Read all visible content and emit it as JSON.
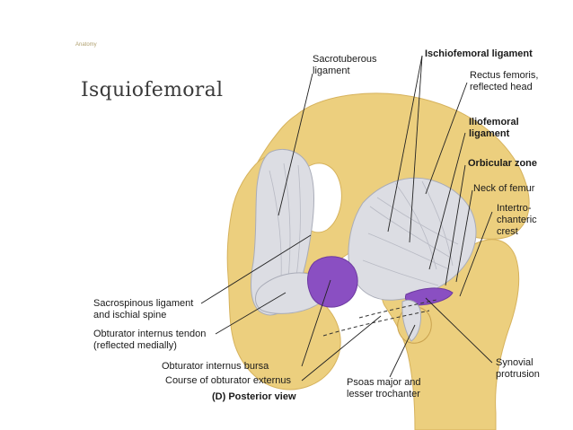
{
  "header": {
    "title": "Isquiofemoral",
    "running_head": "Anatomy"
  },
  "colors": {
    "bone": "#eccf7e",
    "bone_shadow": "#d6b25c",
    "ligament": "#dcdde3",
    "ligament_line": "#a9acb8",
    "bursa": "#8a4fc2",
    "leader_line": "#222222"
  },
  "labels": {
    "sacrotuberous": "Sacrotuberous\nligament",
    "ischiofemoral": "Ischiofemoral ligament",
    "rectus_femoris": "Rectus femoris,\nreflected head",
    "iliofemoral": "Iliofemoral\nligament",
    "orbicular_zone": "Orbicular zone",
    "neck_of_femur": "Neck of femur",
    "intertrochanteric": "Intertro-\nchanteric\ncrest",
    "sacrospinous": "Sacrospinous ligament\nand ischial spine",
    "obturator_internus_tendon": "Obturator internus tendon\n(reflected medially)",
    "obturator_internus_bursa": "Obturator internus bursa",
    "obturator_externus": "Course of obturator externus",
    "synovial": "Synovial\nprotrusion",
    "psoas": "Psoas major and\nlesser trochanter"
  },
  "caption": "(D) Posterior view"
}
